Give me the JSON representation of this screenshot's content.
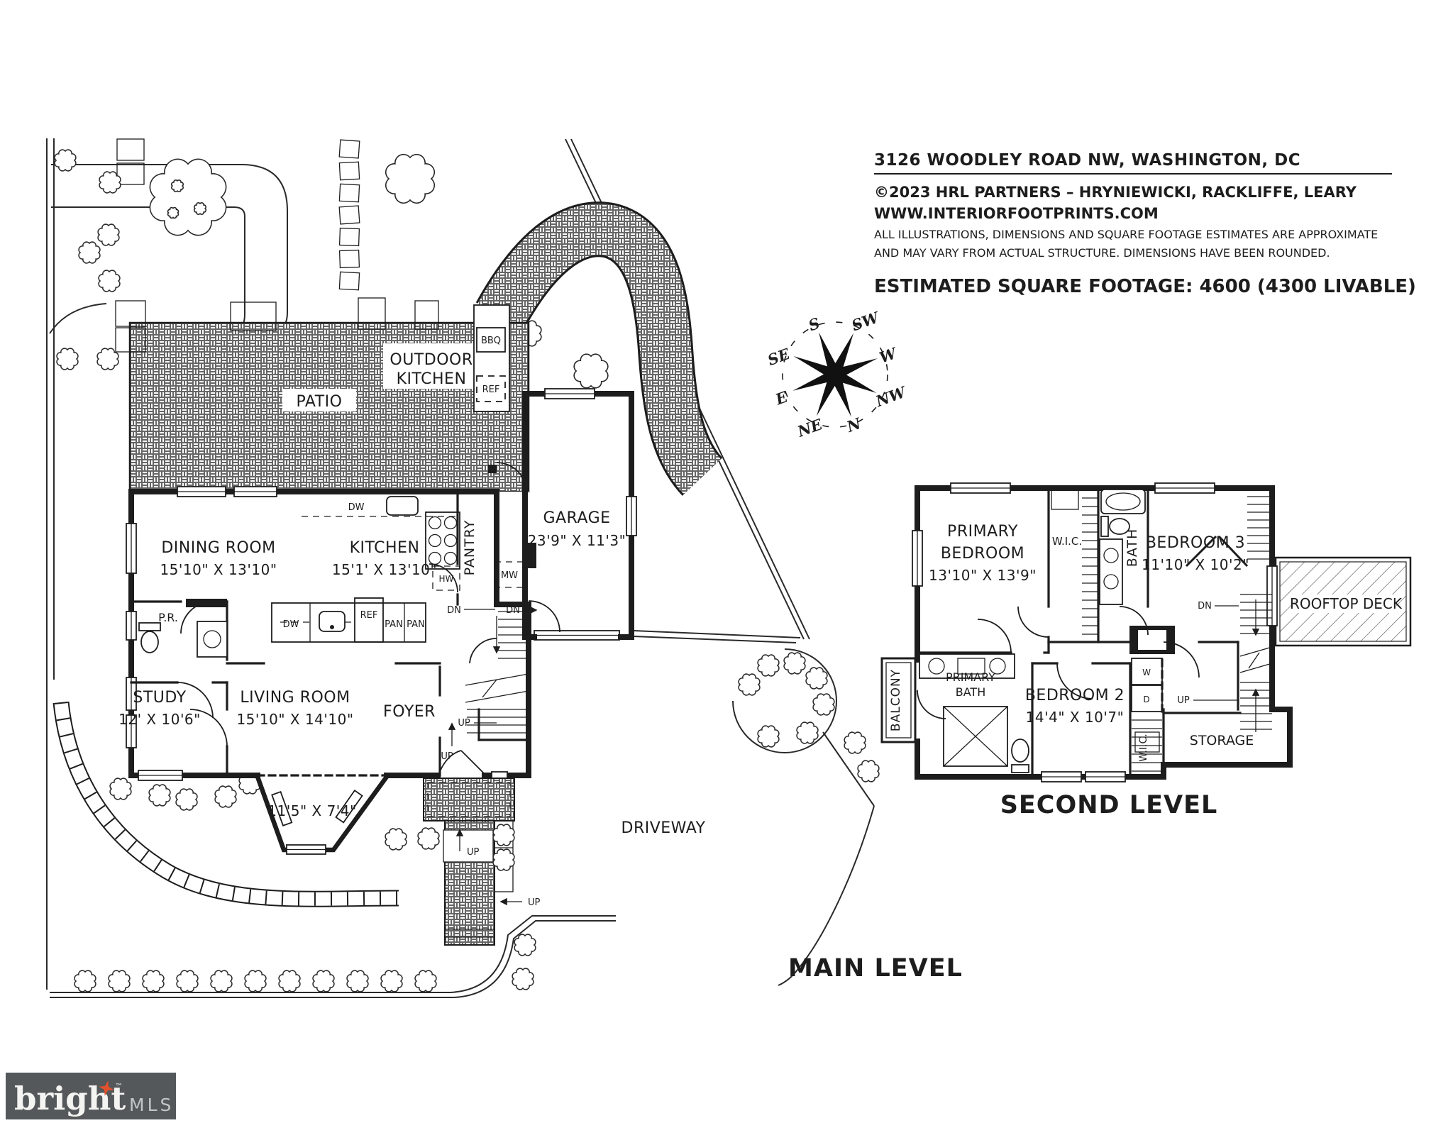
{
  "header": {
    "address": "3126 WOODLEY ROAD NW, WASHINGTON, DC",
    "copyright": "©2023 HRL PARTNERS – HRYNIEWICKI, RACKLIFFE, LEARY",
    "website": "WWW.INTERIORFOOTPRINTS.COM",
    "disclaimer1": "ALL ILLUSTRATIONS, DIMENSIONS AND SQUARE FOOTAGE ESTIMATES ARE APPROXIMATE",
    "disclaimer2": "AND MAY VARY FROM ACTUAL STRUCTURE. DIMENSIONS HAVE BEEN ROUNDED.",
    "sqft": "ESTIMATED SQUARE FOOTAGE: 4600 (4300 LIVABLE)"
  },
  "compass": {
    "n": "N",
    "s": "S",
    "e": "E",
    "w": "W",
    "ne": "NE",
    "nw": "NW",
    "se": "SE",
    "sw": "SW"
  },
  "main_level": {
    "title": "MAIN LEVEL",
    "driveway": "DRIVEWAY",
    "patio": "PATIO",
    "outdoor_kitchen1": "OUTDOOR",
    "outdoor_kitchen2": "KITCHEN",
    "garage": "GARAGE",
    "garage_dims": "23'9\" X 11'3\"",
    "dining": "DINING ROOM",
    "dining_dims": "15'10\" X 13'10\"",
    "kitchen": "KITCHEN",
    "kitchen_dims": "15'1' X 13'10\"",
    "pantry": "PANTRY",
    "powder_room": "P.R.",
    "study": "STUDY",
    "study_dims": "12' X 10'6\"",
    "living": "LIVING ROOM",
    "living_dims": "15'10\" X 14'10\"",
    "foyer": "FOYER",
    "porch_dims": "11'5\" X 7'4\"",
    "bbq": "BBQ",
    "ref_outdoor": "REF",
    "dw_counter": "DW",
    "hw": "HW",
    "mw": "MW",
    "dw_island": "DW",
    "ref_island": "REF",
    "pan1": "PAN",
    "pan2": "PAN",
    "dn_stair": "DN",
    "dn_garage": "DN",
    "up_stair": "UP",
    "up_entry": "UP",
    "up_walk": "UP",
    "up_steps": "UP"
  },
  "second_level": {
    "title": "SECOND LEVEL",
    "primary1": "PRIMARY",
    "primary2": "BEDROOM",
    "primary_dims": "13'10\" X 13'9\"",
    "wic": "W.I.C.",
    "bath": "BATH",
    "bedroom3": "BEDROOM 3",
    "bedroom3_dims": "11'10\" X 10'2\"",
    "rooftop_deck": "ROOFTOP DECK",
    "primary_bath1": "PRIMARY",
    "primary_bath2": "BATH",
    "balcony": "BALCONY",
    "bedroom2": "BEDROOM 2",
    "bedroom2_dims": "14'4\" X 10'7\"",
    "washer": "W",
    "dryer": "D",
    "wic2": "W.I.C.",
    "storage": "STORAGE",
    "dn": "DN",
    "up": "UP"
  },
  "logo": {
    "brand": "bright",
    "tm": "™",
    "mls": "MLS"
  }
}
